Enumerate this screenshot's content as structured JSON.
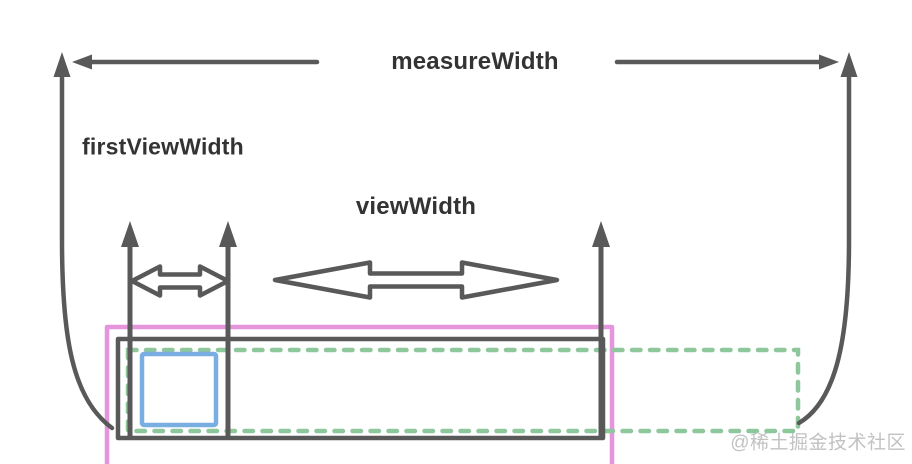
{
  "diagram": {
    "labels": {
      "measure_width": "measureWidth",
      "first_view_width": "firstViewWidth",
      "view_width": "viewWidth"
    },
    "watermark": "@稀土掘金技术社区",
    "colors": {
      "line": "#595959",
      "text": "#333333",
      "pink": "#e495dc",
      "green": "#8ec79b",
      "blue": "#7aaee3",
      "watermark": "#c2c2c2"
    }
  }
}
